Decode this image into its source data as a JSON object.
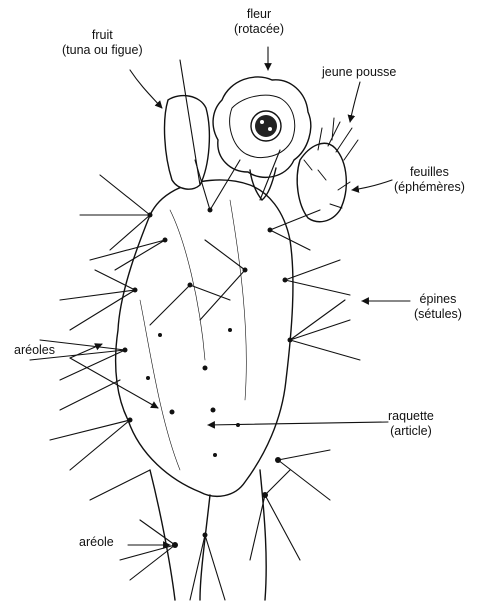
{
  "labels": {
    "fruit": {
      "line1": "fruit",
      "line2": "(tuna ou figue)"
    },
    "fleur": {
      "line1": "fleur",
      "line2": "(rotacée)"
    },
    "jeune_pousse": {
      "line1": "jeune pousse"
    },
    "feuilles": {
      "line1": "feuilles",
      "line2": "(éphémères)"
    },
    "epines": {
      "line1": "épines",
      "line2": "(sétules)"
    },
    "areoles": {
      "line1": "aréoles"
    },
    "raquette": {
      "line1": "raquette",
      "line2": "(article)"
    },
    "areole": {
      "line1": "aréole"
    }
  },
  "colors": {
    "ink": "#111111",
    "background": "#ffffff"
  }
}
